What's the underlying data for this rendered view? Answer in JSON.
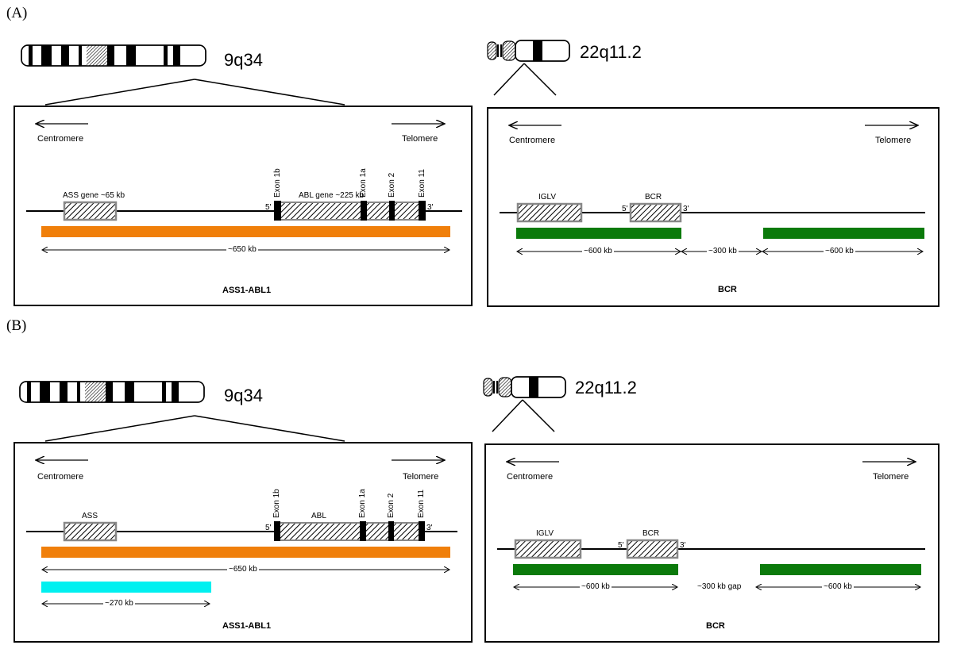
{
  "panel_a": {
    "label": "(A)",
    "left": {
      "chrom_label": "9q34",
      "centromere": "Centromere",
      "telomere": "Telomere",
      "ass_label": "ASS gene ~65 kb",
      "abl_label": "ABL gene ~225 kb",
      "exon_1b": "Exon 1b",
      "exon_1a": "Exon 1a",
      "exon_2": "Exon 2",
      "exon_11": "Exon 11",
      "five_prime": "5'",
      "three_prime": "3'",
      "orange_size": "~650 kb",
      "probe_name": "ASS1-ABL1"
    },
    "right": {
      "chrom_label": "22q11.2",
      "centromere": "Centromere",
      "telomere": "Telomere",
      "iglv": "IGLV",
      "bcr": "BCR",
      "five_prime": "5'",
      "three_prime": "3'",
      "left_size": "~600 kb",
      "gap_size": "~300 kb",
      "right_size": "~600 kb",
      "probe_name": "BCR"
    }
  },
  "panel_b": {
    "label": "(B)",
    "left": {
      "chrom_label": "9q34",
      "centromere": "Centromere",
      "telomere": "Telomere",
      "ass_label": "ASS",
      "abl_label": "ABL",
      "exon_1b": "Exon 1b",
      "exon_1a": "Exon 1a",
      "exon_2": "Exon 2",
      "exon_11": "Exon 11",
      "five_prime": "5'",
      "three_prime": "3'",
      "orange_size": "~650 kb",
      "cyan_size": "~270 kb",
      "probe_name": "ASS1-ABL1"
    },
    "right": {
      "chrom_label": "22q11.2",
      "centromere": "Centromere",
      "telomere": "Telomere",
      "iglv": "IGLV",
      "bcr": "BCR",
      "five_prime": "5'",
      "three_prime": "3'",
      "left_size": "~600 kb",
      "gap_size": "~300 kb gap",
      "right_size": "~600 kb",
      "probe_name": "BCR"
    }
  },
  "colors": {
    "orange_probe": "#F07F0A",
    "green_probe": "#0B7A0B",
    "cyan_probe": "#00F0F0",
    "gene_box_border": "#888888"
  }
}
